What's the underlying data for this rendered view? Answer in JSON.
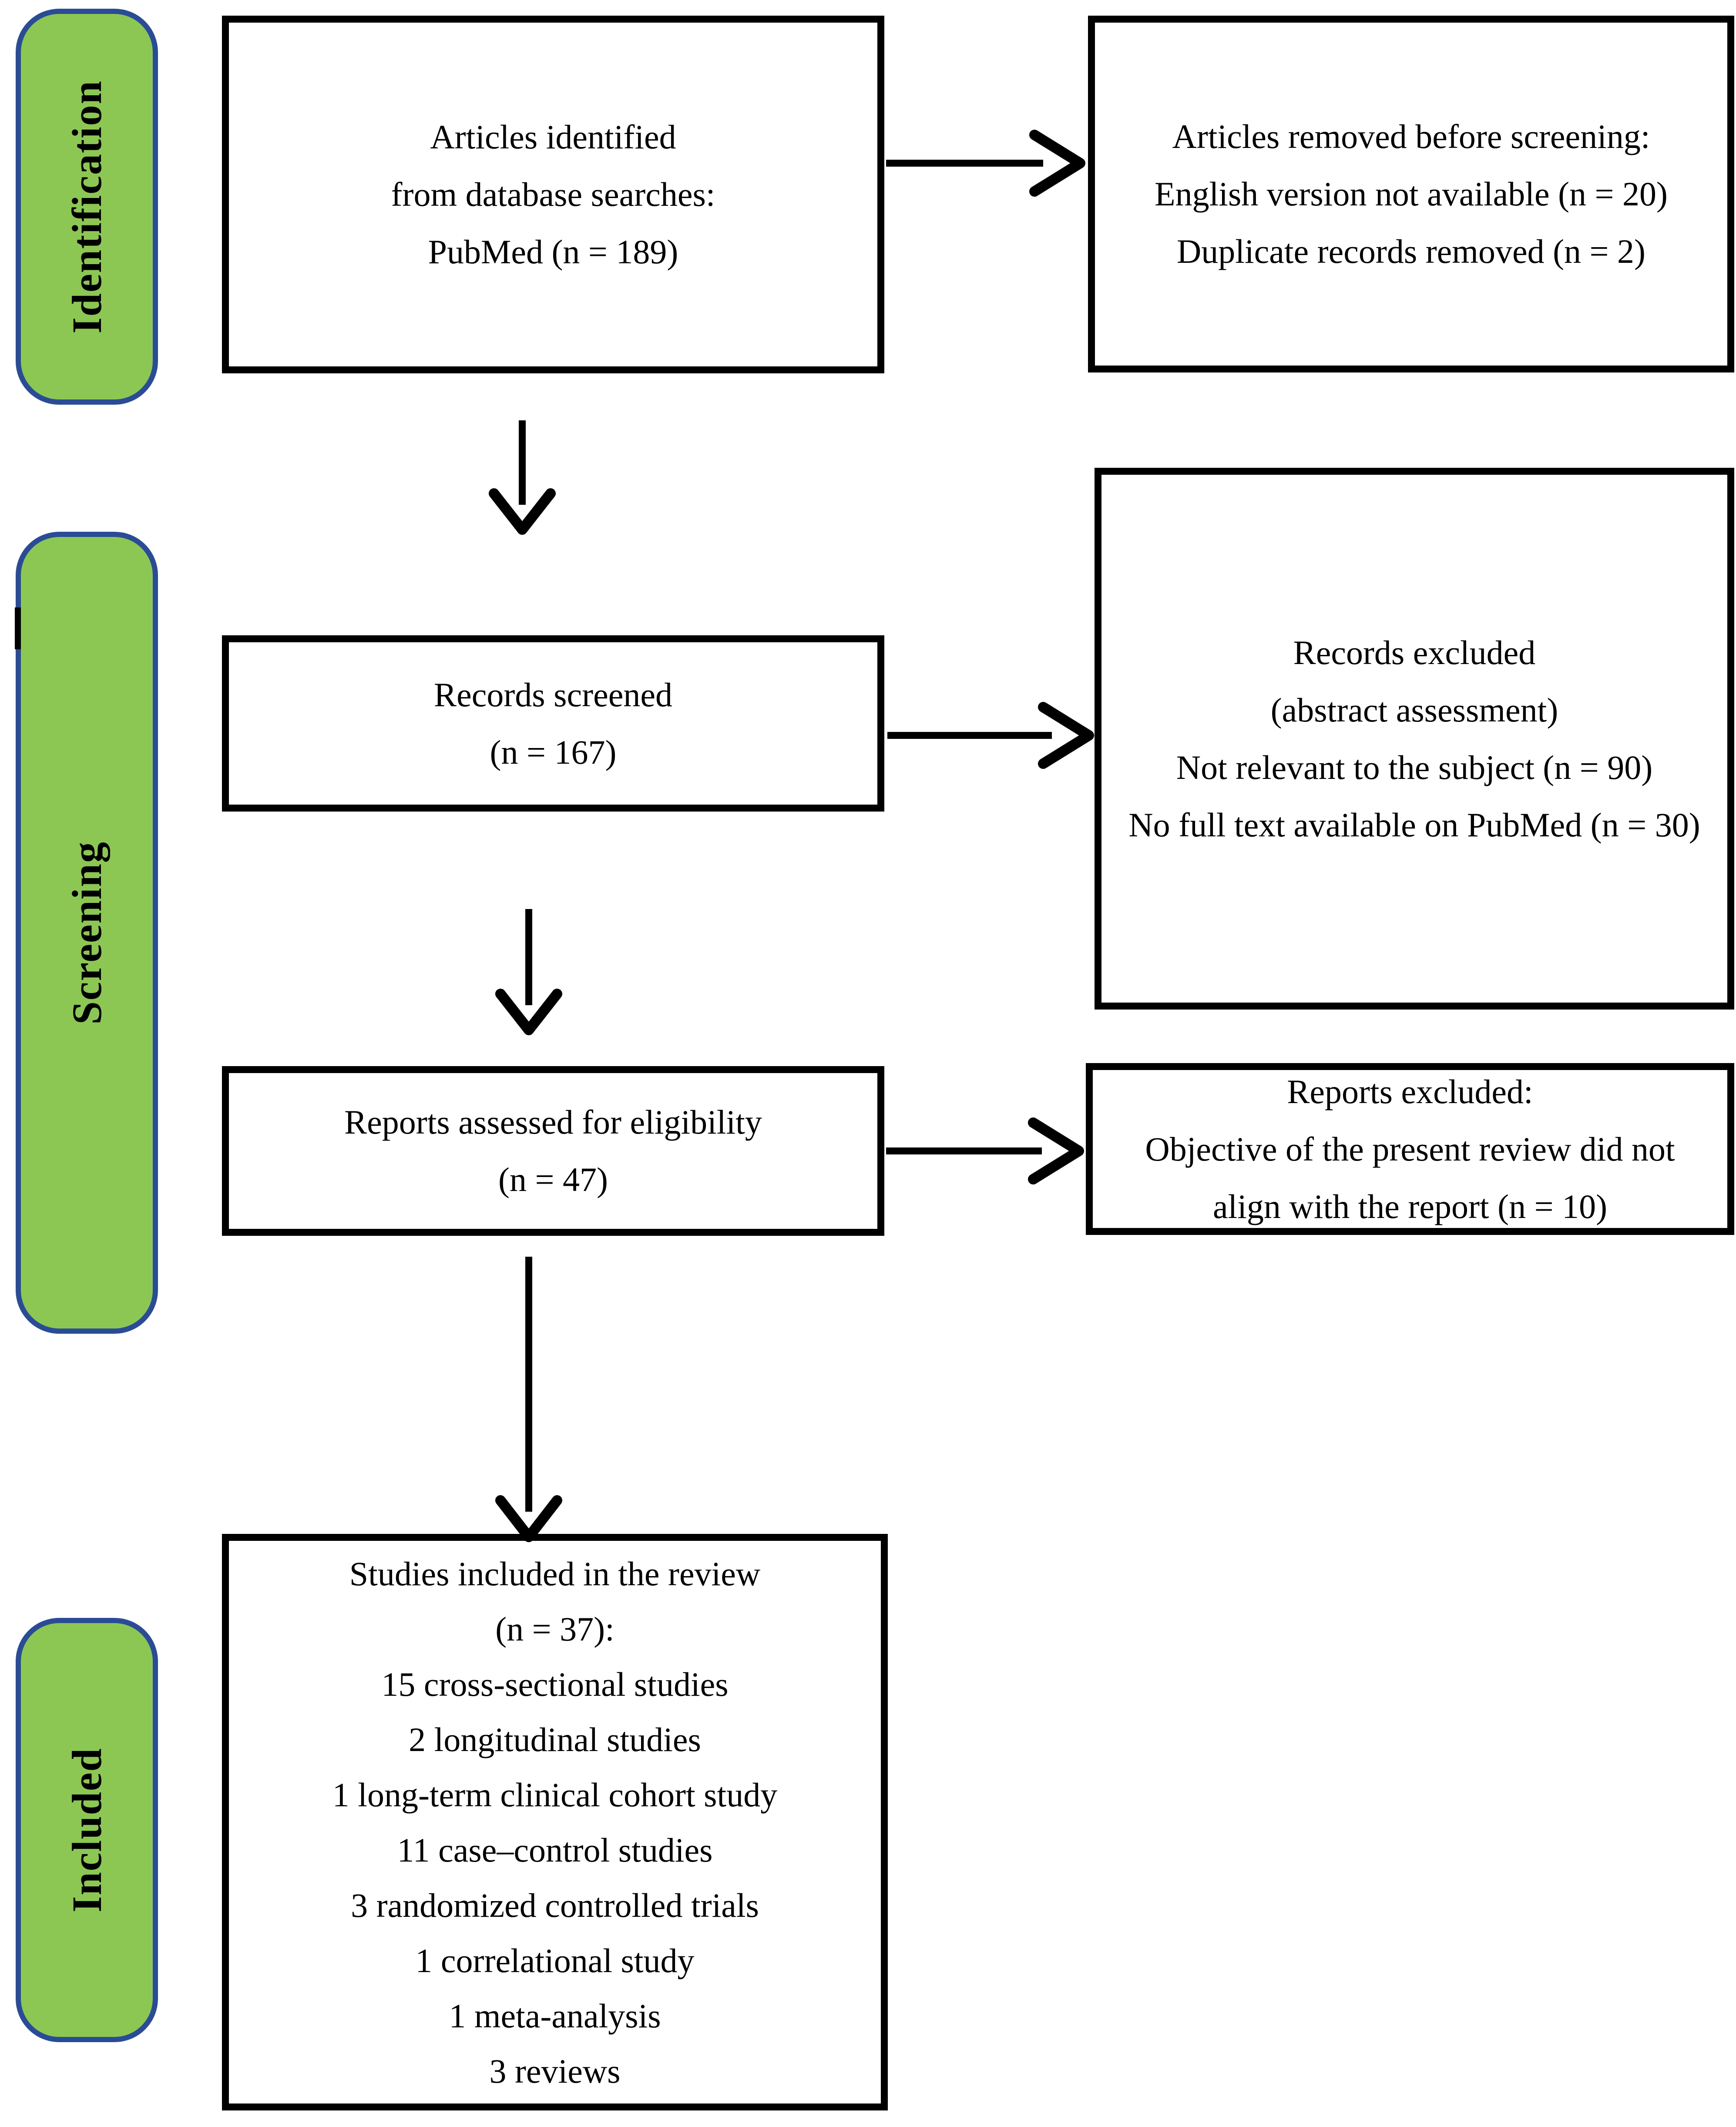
{
  "stages": [
    {
      "id": "identification",
      "label": "Identification"
    },
    {
      "id": "screening",
      "label": "Screening"
    },
    {
      "id": "included",
      "label": "Included"
    }
  ],
  "boxes": {
    "identified": {
      "lines": [
        "Articles identified",
        "from database searches:",
        "PubMed (n = 189)"
      ]
    },
    "removed": {
      "lines": [
        "Articles removed before screening:",
        "English version not available (n = 20)",
        "Duplicate records removed (n = 2)"
      ]
    },
    "screened": {
      "lines": [
        "Records screened",
        "(n = 167)"
      ]
    },
    "records_excluded": {
      "lines": [
        "Records excluded",
        "(abstract assessment)",
        "Not relevant to the subject (n = 90)",
        "No full text available on PubMed (n = 30)"
      ]
    },
    "assessed": {
      "lines": [
        "Reports assessed for eligibility",
        "(n = 47)"
      ]
    },
    "reports_excluded": {
      "lines": [
        "Reports excluded:",
        "Objective of the present review did not",
        "align with the report (n = 10)"
      ]
    },
    "included_studies": {
      "lines": [
        "Studies included in the review",
        "(n = 37):",
        "15 cross-sectional studies",
        "2 longitudinal studies",
        "1 long-term clinical cohort study",
        "11 case–control studies",
        "3 randomized controlled trials",
        "1 correlational study",
        "1 meta-analysis",
        "3 reviews"
      ]
    }
  },
  "colors": {
    "stage_fill": "#8dc753",
    "stage_border": "#2a4b96",
    "box_border": "#000000",
    "arrow": "#000000",
    "text": "#000000",
    "background": "#ffffff"
  }
}
